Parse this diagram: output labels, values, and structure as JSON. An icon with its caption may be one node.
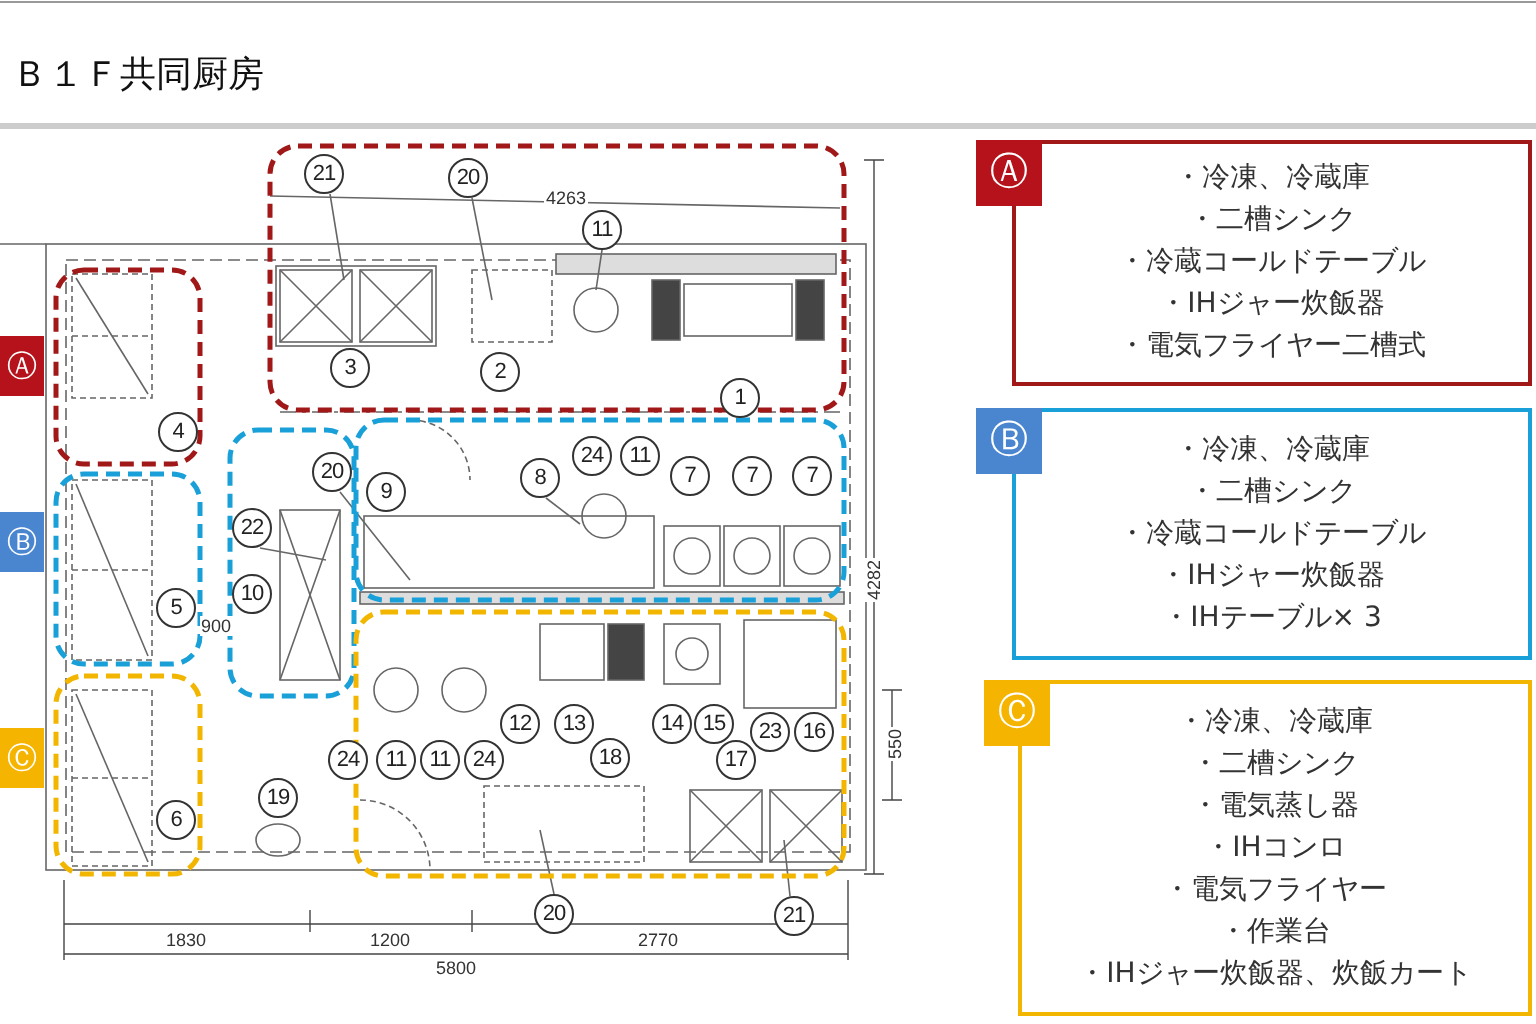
{
  "diagram": {
    "title": "Ｂ１Ｆ共同厨房",
    "nodes": [
      {
        "text": [
          "Ⓐ"
        ]
      },
      {
        "text": [
          "Ⓑ"
        ]
      },
      {
        "text": [
          "Ⓒ"
        ]
      },
      {
        "text": [
          "Ⓐ"
        ]
      },
      {
        "text": [
          "・冷凍、冷蔵庫",
          "・二槽シンク",
          "・冷蔵コールドテーブル",
          "・IHジャー炊飯器",
          "・電気フライヤー二槽式"
        ]
      },
      {
        "text": [
          "Ⓑ"
        ]
      },
      {
        "text": [
          "・冷凍、冷蔵庫",
          "・二槽シンク",
          "・冷蔵コールドテーブル",
          "・IHジャー炊飯器",
          "・IHテーブル× 3"
        ]
      },
      {
        "text": [
          "Ⓒ"
        ]
      },
      {
        "text": [
          "・冷凍、冷蔵庫",
          "・二槽シンク",
          "・電気蒸し器",
          "・IHコンロ",
          "・電気フライヤー",
          "・作業台",
          "・IHジャー炊飯器、炊飯カート"
        ]
      }
    ],
    "edges": [],
    "labels": [
      "21",
      "20",
      "4263",
      "11",
      "3",
      "2",
      "1",
      "4",
      "24",
      "11",
      "20",
      "8",
      "7",
      "7",
      "7",
      "9",
      "22",
      "4282",
      "10",
      "5",
      "900",
      "12",
      "13",
      "14",
      "15",
      "23",
      "16",
      "550",
      "24",
      "11",
      "11",
      "24",
      "18",
      "17",
      "19",
      "6",
      "20",
      "21",
      "1830",
      "1200",
      "2770",
      "5800"
    ]
  }
}
